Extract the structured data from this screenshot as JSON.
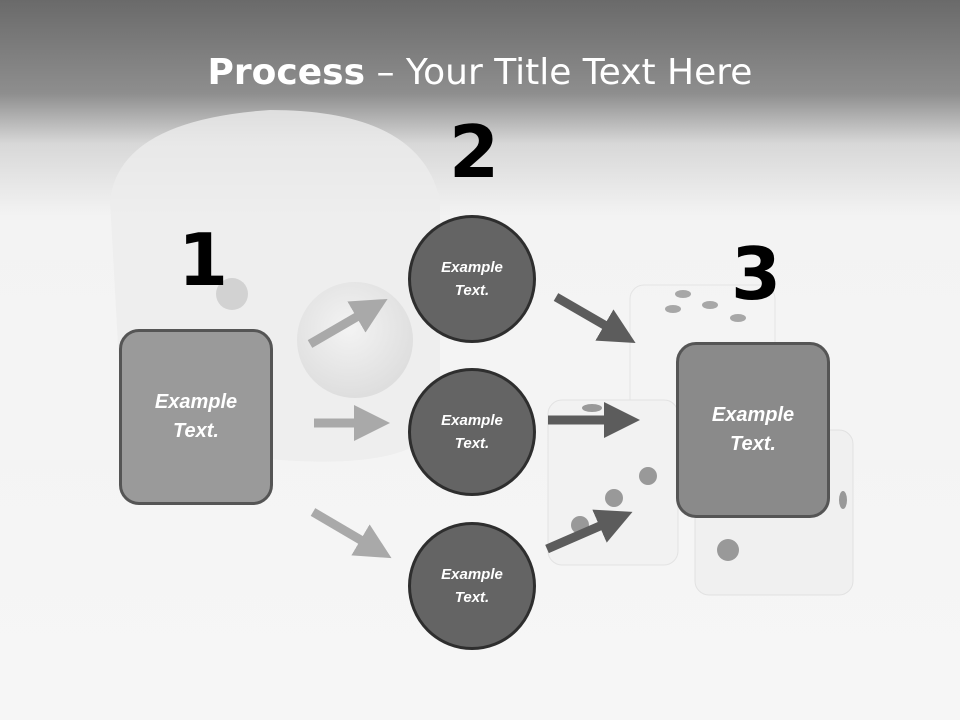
{
  "title": {
    "bold": "Process",
    "rest": " – Your Title Text Here"
  },
  "steps": [
    {
      "number": "1",
      "label_line1": "Example",
      "label_line2": "Text."
    },
    {
      "number": "2"
    },
    {
      "number": "3",
      "label_line1": "Example",
      "label_line2": "Text."
    }
  ],
  "circles": [
    {
      "line1": "Example",
      "line2": "Text."
    },
    {
      "line1": "Example",
      "line2": "Text."
    },
    {
      "line1": "Example",
      "line2": "Text."
    }
  ],
  "colors": {
    "left_arrows": "#a9a9a9",
    "right_arrows": "#5c5c5c",
    "circle_fill": "#646464",
    "box_fill": "#9a9a9a"
  }
}
